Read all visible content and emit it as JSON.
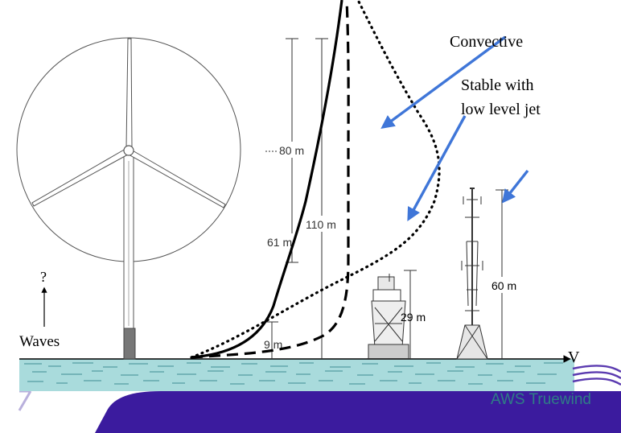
{
  "labels": {
    "convective": "Convective",
    "stable_line1": "Stable with",
    "stable_line2": "low level jet",
    "question": "?",
    "waves": "Waves",
    "v_axis": "V",
    "h80": "80 m",
    "h61": "61 m",
    "h110": "110 m",
    "h9": "9 m",
    "h29": "29 m",
    "h60": "60 m"
  },
  "logo": {
    "text": "AWS Truewind"
  },
  "colors": {
    "sea": "#a9dbdc",
    "sea_stroke": "#3f8e95",
    "arrow_blue": "#3f76d8",
    "banner": "#3b1b9e",
    "logo_text": "#2f7d86",
    "logo_stripes": "#5b3bb0"
  },
  "legend_series": [
    {
      "style": "solid"
    },
    {
      "style": "dashed"
    },
    {
      "style": "dotted"
    }
  ]
}
